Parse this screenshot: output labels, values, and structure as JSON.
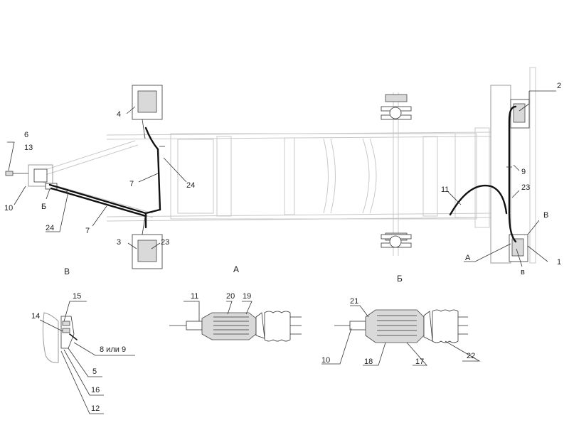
{
  "callouts": {
    "c1": "1",
    "c2": "2",
    "c3": "3",
    "c4": "4",
    "c5": "5",
    "c6": "6",
    "c7a": "7",
    "c7b": "7",
    "c8or9": "8 или 9",
    "c9": "9",
    "c10a": "10",
    "c10b": "10",
    "c11a": "11",
    "c11b": "11",
    "c12": "12",
    "c13": "13",
    "c14": "14",
    "c15": "15",
    "c16": "16",
    "c17": "17",
    "c18": "18",
    "c19": "19",
    "c20": "20",
    "c21": "21",
    "c22": "22",
    "c23a": "23",
    "c23b": "23",
    "c24a": "24",
    "c24b": "24"
  },
  "view_labels": {
    "A_main": "А",
    "B_main": "Б",
    "V_main": "В",
    "A_marker": "А",
    "B_marker": "Б",
    "V_marker": "В",
    "v_marker": "в"
  }
}
